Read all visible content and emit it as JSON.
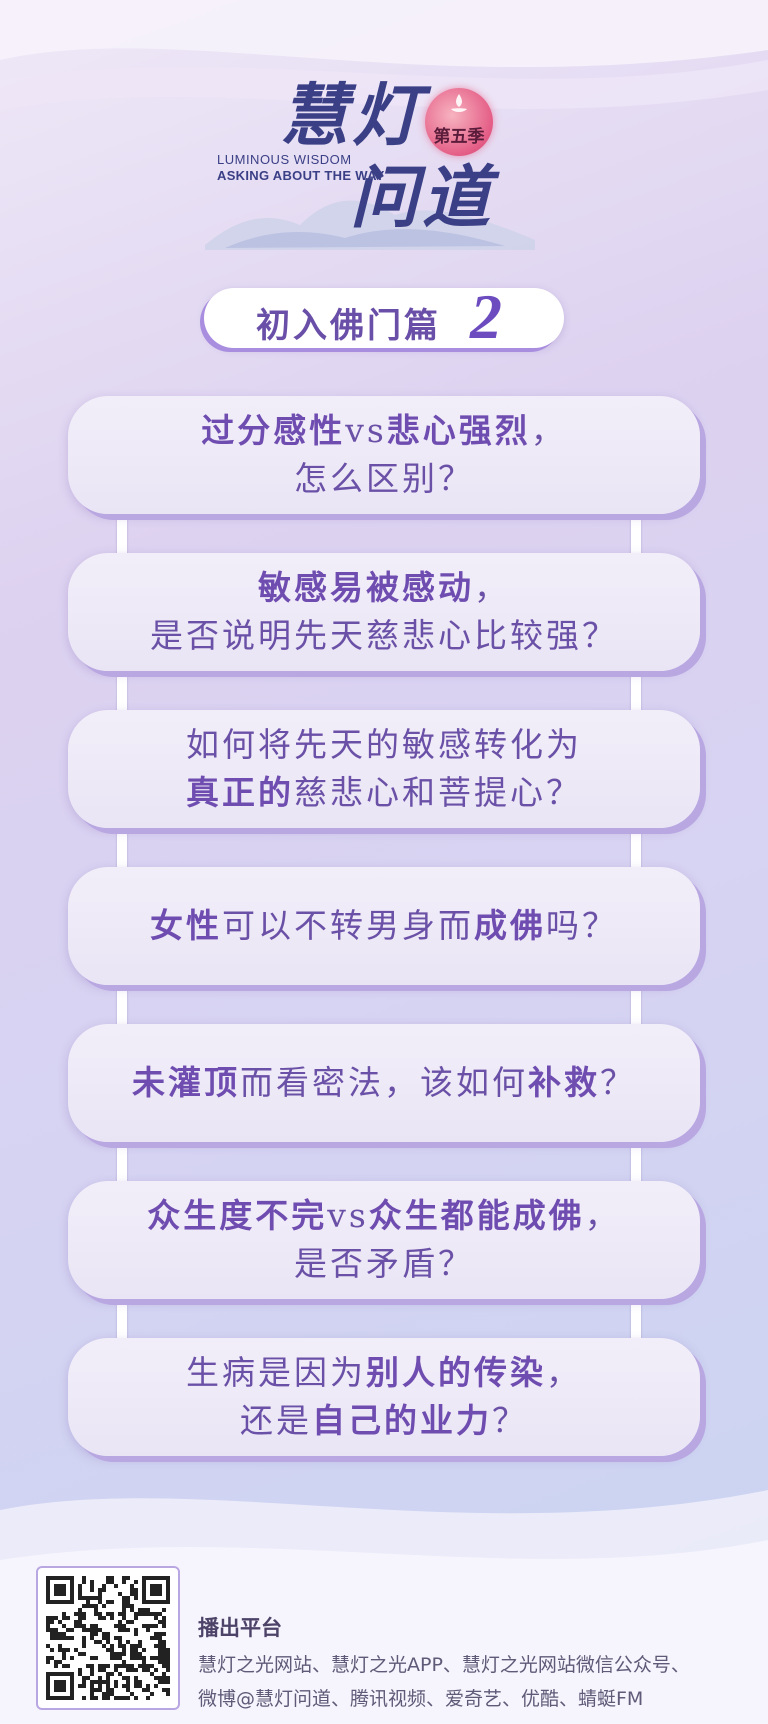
{
  "logo": {
    "chars_top": "慧灯",
    "chars_bottom": "问道",
    "english_line1": "LUMINOUS WISDOM",
    "english_line2": "ASKING ABOUT THE WAY",
    "season": "第五季"
  },
  "title": {
    "text": "初入佛门篇",
    "number": "2"
  },
  "questions": [
    {
      "line1": [
        {
          "t": "过分感性",
          "b": true
        },
        {
          "t": "vs",
          "b": false
        },
        {
          "t": "悲心强烈",
          "b": true
        },
        {
          "t": "，",
          "b": false
        }
      ],
      "line2": [
        {
          "t": "怎么区别？",
          "b": false
        }
      ]
    },
    {
      "line1": [
        {
          "t": "敏感易被感动",
          "b": true
        },
        {
          "t": "，",
          "b": false
        }
      ],
      "line2": [
        {
          "t": "是否说明先天慈悲心比较强？",
          "b": false
        }
      ]
    },
    {
      "line1": [
        {
          "t": "如何将先天的敏感转化为",
          "b": false
        }
      ],
      "line2": [
        {
          "t": "真正的",
          "b": true
        },
        {
          "t": "慈悲心和菩提心？",
          "b": false
        }
      ]
    },
    {
      "line1": [
        {
          "t": "女性",
          "b": true
        },
        {
          "t": "可以不转男身而",
          "b": false
        },
        {
          "t": "成佛",
          "b": true
        },
        {
          "t": "吗？",
          "b": false
        }
      ],
      "line2": []
    },
    {
      "line1": [
        {
          "t": "未灌顶",
          "b": true
        },
        {
          "t": "而看密法，该如何",
          "b": false
        },
        {
          "t": "补救",
          "b": true
        },
        {
          "t": "？",
          "b": false
        }
      ],
      "line2": []
    },
    {
      "line1": [
        {
          "t": "众生度不完",
          "b": true
        },
        {
          "t": "vs",
          "b": false
        },
        {
          "t": "众生都能成佛",
          "b": true
        },
        {
          "t": "，",
          "b": false
        }
      ],
      "line2": [
        {
          "t": "是否矛盾？",
          "b": false
        }
      ]
    },
    {
      "line1": [
        {
          "t": "生病是因为",
          "b": false
        },
        {
          "t": "别人的传染",
          "b": true
        },
        {
          "t": "，",
          "b": false
        }
      ],
      "line2": [
        {
          "t": "还是",
          "b": false
        },
        {
          "t": "自己的业力",
          "b": true
        },
        {
          "t": "？",
          "b": false
        }
      ]
    }
  ],
  "footer": {
    "title": "播出平台",
    "line1": "慧灯之光网站、慧灯之光APP、慧灯之光网站微信公众号、",
    "line2": "微博@慧灯问道、腾讯视频、爱奇艺、优酷、蜻蜓FM"
  },
  "colors": {
    "accent": "#6a50a6",
    "card_shadow": "#b9a7e2",
    "logo": "#3a3f86"
  }
}
